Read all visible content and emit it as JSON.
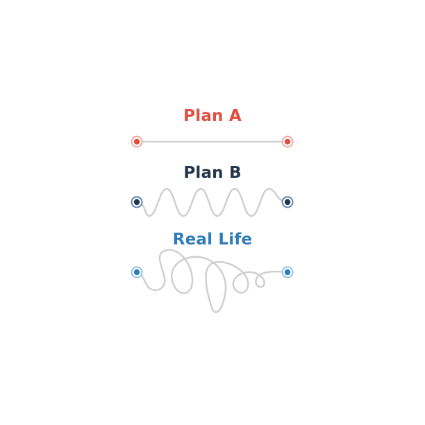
{
  "plans": {
    "plan_a": {
      "title": "Plan A",
      "color": "#e04e3f",
      "ring": "#f3a9a1"
    },
    "plan_b": {
      "title": "Plan B",
      "color": "#243648",
      "ring": "#5c88b8"
    },
    "real_life": {
      "title": "Real Life",
      "color": "#2f7cb7",
      "ring": "#8ec3e8"
    }
  },
  "path_color": "#cfcfcf"
}
